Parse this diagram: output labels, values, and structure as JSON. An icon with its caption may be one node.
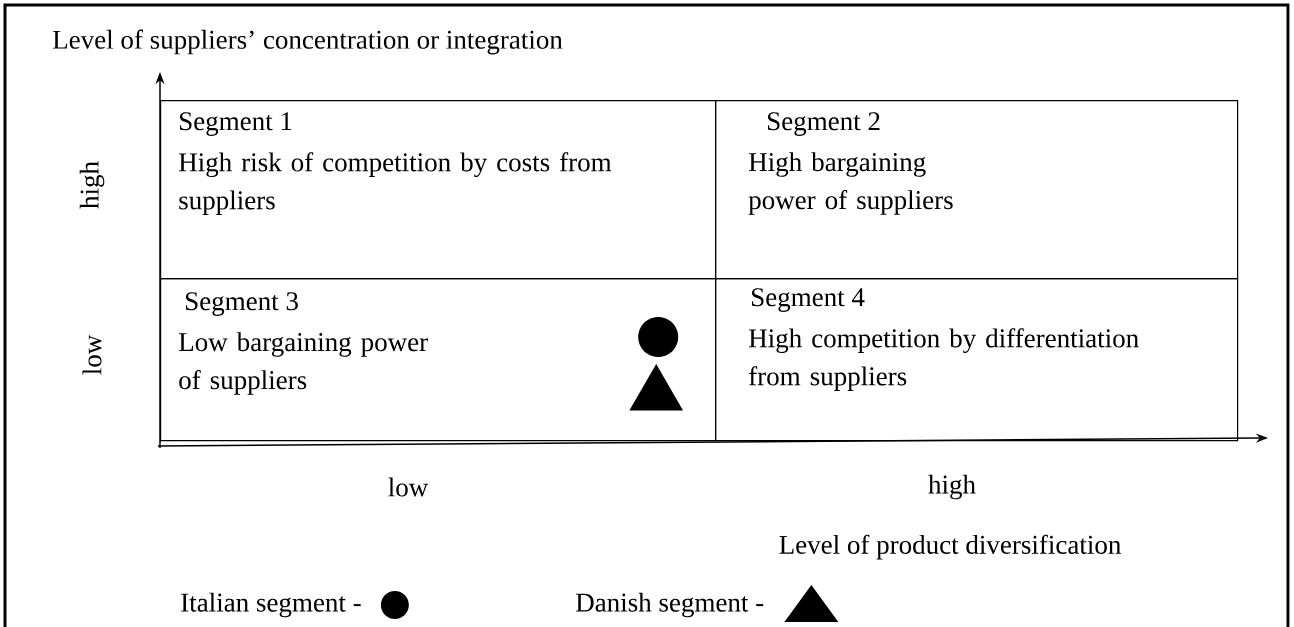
{
  "diagram": {
    "nodes": [
      {
        "text": [
          "Segment 1",
          "High risk of competition by costs from suppliers"
        ]
      },
      {
        "text": [
          "Segment 2",
          "High bargaining power of suppliers"
        ]
      },
      {
        "text": [
          "Segment 3",
          "Low bargaining power of suppliers"
        ]
      },
      {
        "text": [
          "Segment 4",
          "High competition by differentiation from suppliers"
        ]
      },
      {
        "text": [],
        "shape": "circle",
        "in": 2
      },
      {
        "text": [],
        "shape": "triangle",
        "in": 2
      }
    ],
    "labels": [
      "Level of suppliers’ concentration or integration",
      "high",
      "low",
      "low",
      "high",
      "Level of product diversification"
    ],
    "legend": [
      {
        "text": "Italian segment -"
      },
      {
        "text": "Danish segment -"
      }
    ]
  }
}
